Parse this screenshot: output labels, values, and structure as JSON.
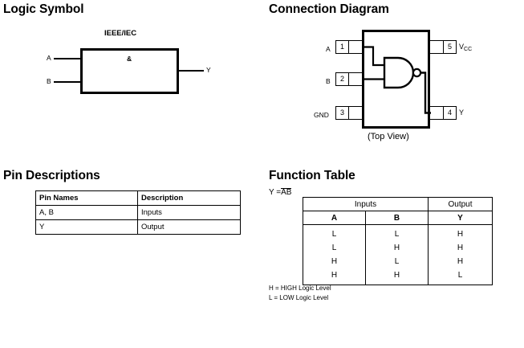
{
  "sections": {
    "logic_symbol": {
      "heading": "Logic Symbol",
      "standard_label": "IEEE/IEC",
      "gate_symbol": "&",
      "input_a": "A",
      "input_b": "B",
      "output_y": "Y"
    },
    "connection_diagram": {
      "heading": "Connection Diagram",
      "view_label": "(Top View)",
      "left_pins": [
        {
          "number": "1",
          "name": "A"
        },
        {
          "number": "2",
          "name": "B"
        },
        {
          "number": "3",
          "name": "GND"
        }
      ],
      "right_pins": [
        {
          "number": "5",
          "name": "V",
          "subscript": "CC"
        },
        {
          "number": "4",
          "name": "Y",
          "subscript": ""
        }
      ],
      "internal_gate": "nand-gate"
    },
    "pin_descriptions": {
      "heading": "Pin Descriptions",
      "columns": [
        "Pin Names",
        "Description"
      ],
      "rows": [
        [
          "A, B",
          "Inputs"
        ],
        [
          "Y",
          "Output"
        ]
      ]
    },
    "function_table": {
      "heading": "Function Table",
      "equation_lhs": "Y =",
      "equation_rhs_overbar": "AB",
      "group_headers": [
        "Inputs",
        "Output"
      ],
      "signal_headers": [
        "A",
        "B",
        "Y"
      ],
      "rows": [
        [
          "L",
          "L",
          "H"
        ],
        [
          "L",
          "H",
          "H"
        ],
        [
          "H",
          "L",
          "H"
        ],
        [
          "H",
          "H",
          "L"
        ]
      ],
      "footnotes": [
        "H = HIGH Logic Level",
        "L = LOW Logic Level"
      ]
    }
  },
  "colors": {
    "ink": "#000000",
    "paper": "#ffffff"
  }
}
